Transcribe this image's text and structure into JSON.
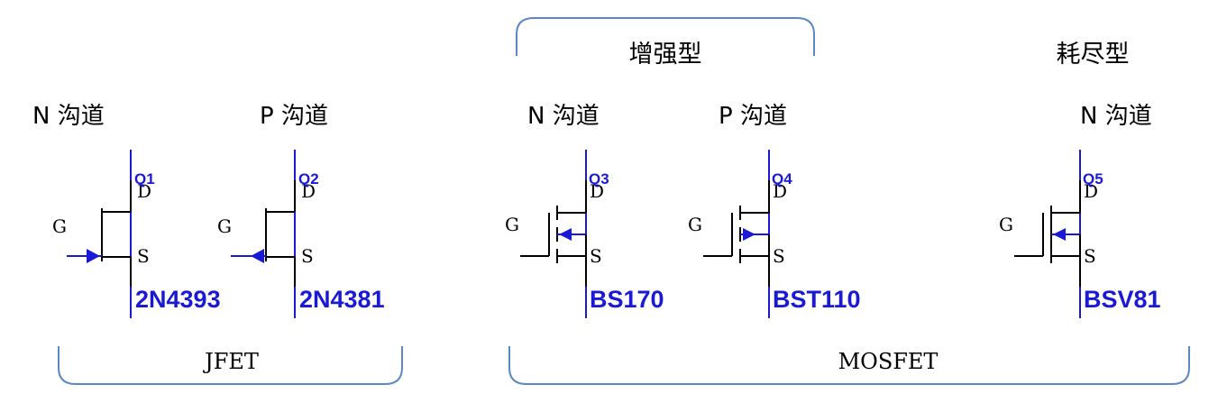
{
  "groups": {
    "jfet_label": "JFET",
    "mosfet_label": "MOSFET",
    "enhancement_label": "增强型",
    "depletion_label": "耗尽型"
  },
  "colors": {
    "symbol_blue": "#1a1ad6",
    "brace_blue": "#5b87c5",
    "text": "#000000"
  },
  "transistors": [
    {
      "channel": "N 沟道",
      "ref": "Q1",
      "part": "2N4393",
      "gate": "G",
      "drain": "D",
      "source": "S",
      "kind": "jfet-n"
    },
    {
      "channel": "P 沟道",
      "ref": "Q2",
      "part": "2N4381",
      "gate": "G",
      "drain": "D",
      "source": "S",
      "kind": "jfet-p"
    },
    {
      "channel": "N 沟道",
      "ref": "Q3",
      "part": "BS170",
      "gate": "G",
      "drain": "D",
      "source": "S",
      "kind": "mos-enh-n"
    },
    {
      "channel": "P 沟道",
      "ref": "Q4",
      "part": "BST110",
      "gate": "G",
      "drain": "D",
      "source": "S",
      "kind": "mos-enh-p"
    },
    {
      "channel": "N 沟道",
      "ref": "Q5",
      "part": "BSV81",
      "gate": "G",
      "drain": "D",
      "source": "S",
      "kind": "mos-dep-n"
    }
  ]
}
